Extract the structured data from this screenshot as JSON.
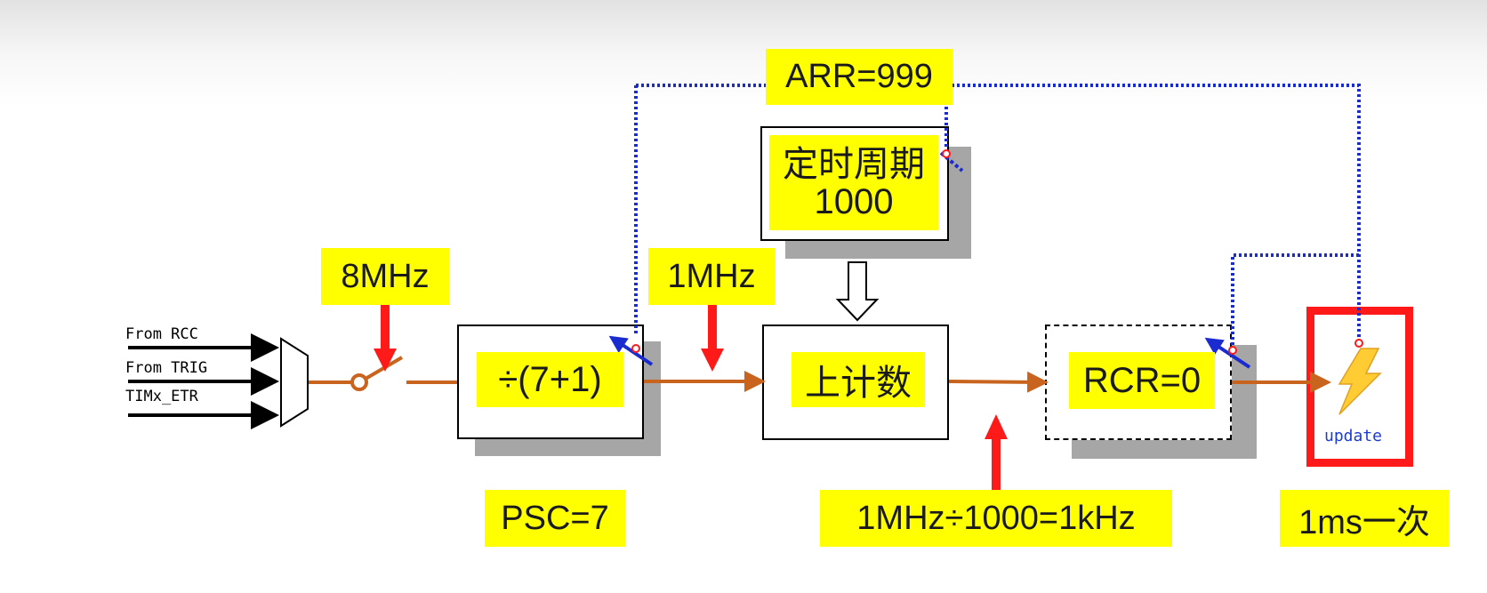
{
  "inputs": {
    "from_rcc": "From RCC",
    "from_trig": "From TRIG",
    "timx_etr": "TIMx_ETR"
  },
  "labels": {
    "clock_in": "8MHz",
    "after_prescaler": "1MHz",
    "arr": "ARR=999",
    "psc": "PSC=7",
    "frequency_calc": "1MHz÷1000=1kHz",
    "interval": "1ms一次"
  },
  "blocks": {
    "prescaler": "÷(7+1)",
    "period_line1": "定时周期",
    "period_line2": "1000",
    "counter": "上计数",
    "rcr": "RCR=0",
    "update": "update"
  },
  "colors": {
    "label_fill": "#ffff00",
    "signal_wire": "#c8641e",
    "arrow_red": "#ff1a1a",
    "dotted_link": "#1a2ccf",
    "shadow": "#a6a6a6"
  }
}
